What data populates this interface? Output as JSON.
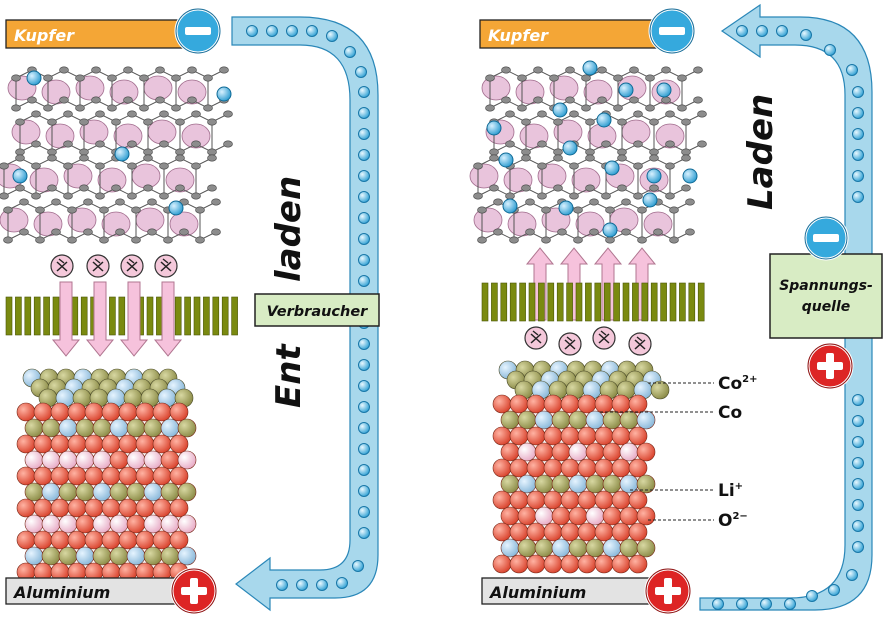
{
  "left_panel": {
    "top_electrode": "Kupfer",
    "bottom_electrode": "Aluminium",
    "load_label": "Verbraucher",
    "process_label_part1": "Ent",
    "process_label_part2": "laden",
    "top_terminal_sign": "minus",
    "bottom_terminal_sign": "plus"
  },
  "right_panel": {
    "top_electrode": "Kupfer",
    "bottom_electrode": "Aluminium",
    "source_label_line1": "Spannungs-",
    "source_label_line2": "quelle",
    "process_label": "Laden",
    "legend": [
      {
        "base": "Co",
        "sup": "2+"
      },
      {
        "base": "Co",
        "sup": ""
      },
      {
        "base": "Li",
        "sup": "+"
      },
      {
        "base": "O",
        "sup": "2−"
      }
    ]
  },
  "colors": {
    "copper": "#f4a636",
    "aluminium": "#e3e3e3",
    "arrow_fill": "#a8d8ec",
    "electron": "#3fb3e0",
    "minus_terminal": "#35a9dd",
    "plus_terminal": "#dd2525",
    "separator": "#7a8a10",
    "ion_arrow": "#f6c2dc",
    "oxygen": "#e8553e",
    "cobalt": "#9c9c5a",
    "cobalt_ion": "#9fcbe8",
    "lithium": "#f4c8da",
    "source_box": "#d8ecc4",
    "graphite_ring": "#e9c4dc"
  }
}
